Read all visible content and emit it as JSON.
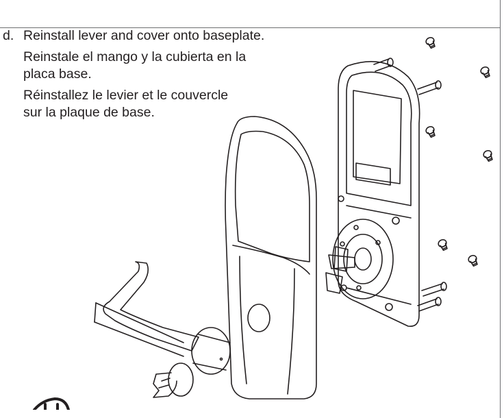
{
  "step": {
    "marker": "d.",
    "english": "Reinstall lever and cover onto baseplate.",
    "spanish": "Reinstale el mango y la cubierta en la placa base.",
    "french": "Réinstallez le levier et le couvercle sur la plaque de base."
  },
  "illustration": {
    "parts": [
      "lever",
      "key",
      "cover",
      "baseplate",
      "screws",
      "mounting-bolts"
    ],
    "line_color": "#231f20"
  }
}
